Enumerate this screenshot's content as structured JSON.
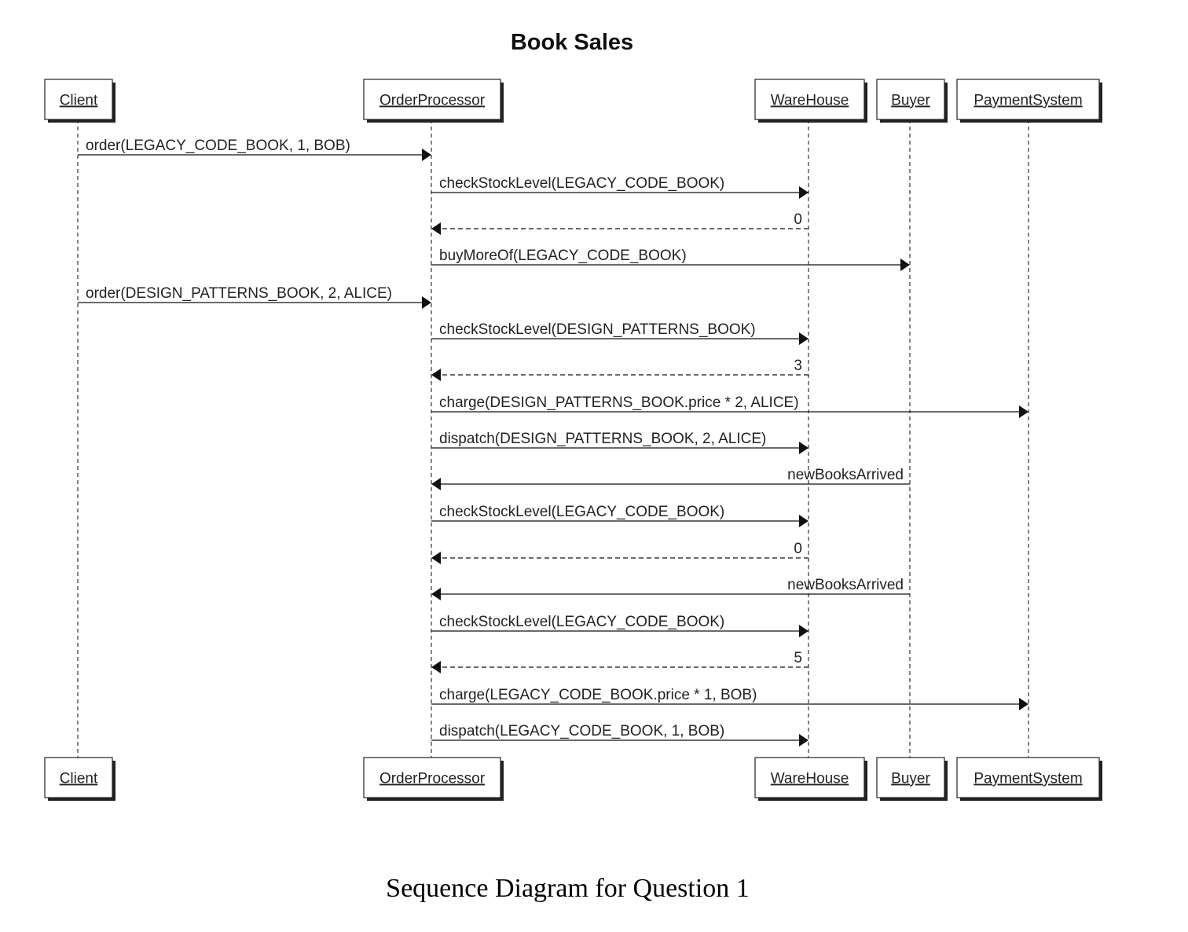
{
  "diagram": {
    "title": "Book Sales",
    "caption": "Sequence Diagram for Question 1",
    "participants": [
      {
        "id": "client",
        "label": "Client"
      },
      {
        "id": "orderprocessor",
        "label": "OrderProcessor"
      },
      {
        "id": "warehouse",
        "label": "WareHouse"
      },
      {
        "id": "buyer",
        "label": "Buyer"
      },
      {
        "id": "paymentsystem",
        "label": "PaymentSystem"
      }
    ],
    "messages": [
      {
        "from": "client",
        "to": "orderprocessor",
        "label": "order(LEGACY_CODE_BOOK, 1, BOB)",
        "kind": "call"
      },
      {
        "from": "orderprocessor",
        "to": "warehouse",
        "label": "checkStockLevel(LEGACY_CODE_BOOK)",
        "kind": "call"
      },
      {
        "from": "warehouse",
        "to": "orderprocessor",
        "label": "0",
        "kind": "return"
      },
      {
        "from": "orderprocessor",
        "to": "buyer",
        "label": "buyMoreOf(LEGACY_CODE_BOOK)",
        "kind": "call"
      },
      {
        "from": "client",
        "to": "orderprocessor",
        "label": "order(DESIGN_PATTERNS_BOOK, 2, ALICE)",
        "kind": "call"
      },
      {
        "from": "orderprocessor",
        "to": "warehouse",
        "label": "checkStockLevel(DESIGN_PATTERNS_BOOK)",
        "kind": "call"
      },
      {
        "from": "warehouse",
        "to": "orderprocessor",
        "label": "3",
        "kind": "return"
      },
      {
        "from": "orderprocessor",
        "to": "paymentsystem",
        "label": "charge(DESIGN_PATTERNS_BOOK.price * 2, ALICE)",
        "kind": "call"
      },
      {
        "from": "orderprocessor",
        "to": "warehouse",
        "label": "dispatch(DESIGN_PATTERNS_BOOK, 2, ALICE)",
        "kind": "call"
      },
      {
        "from": "buyer",
        "to": "orderprocessor",
        "label": "newBooksArrived",
        "kind": "call"
      },
      {
        "from": "orderprocessor",
        "to": "warehouse",
        "label": "checkStockLevel(LEGACY_CODE_BOOK)",
        "kind": "call"
      },
      {
        "from": "warehouse",
        "to": "orderprocessor",
        "label": "0",
        "kind": "return"
      },
      {
        "from": "buyer",
        "to": "orderprocessor",
        "label": "newBooksArrived",
        "kind": "call"
      },
      {
        "from": "orderprocessor",
        "to": "warehouse",
        "label": "checkStockLevel(LEGACY_CODE_BOOK)",
        "kind": "call"
      },
      {
        "from": "warehouse",
        "to": "orderprocessor",
        "label": "5",
        "kind": "return"
      },
      {
        "from": "orderprocessor",
        "to": "paymentsystem",
        "label": "charge(LEGACY_CODE_BOOK.price * 1, BOB)",
        "kind": "call"
      },
      {
        "from": "orderprocessor",
        "to": "warehouse",
        "label": "dispatch(LEGACY_CODE_BOOK, 1, BOB)",
        "kind": "call"
      }
    ]
  }
}
